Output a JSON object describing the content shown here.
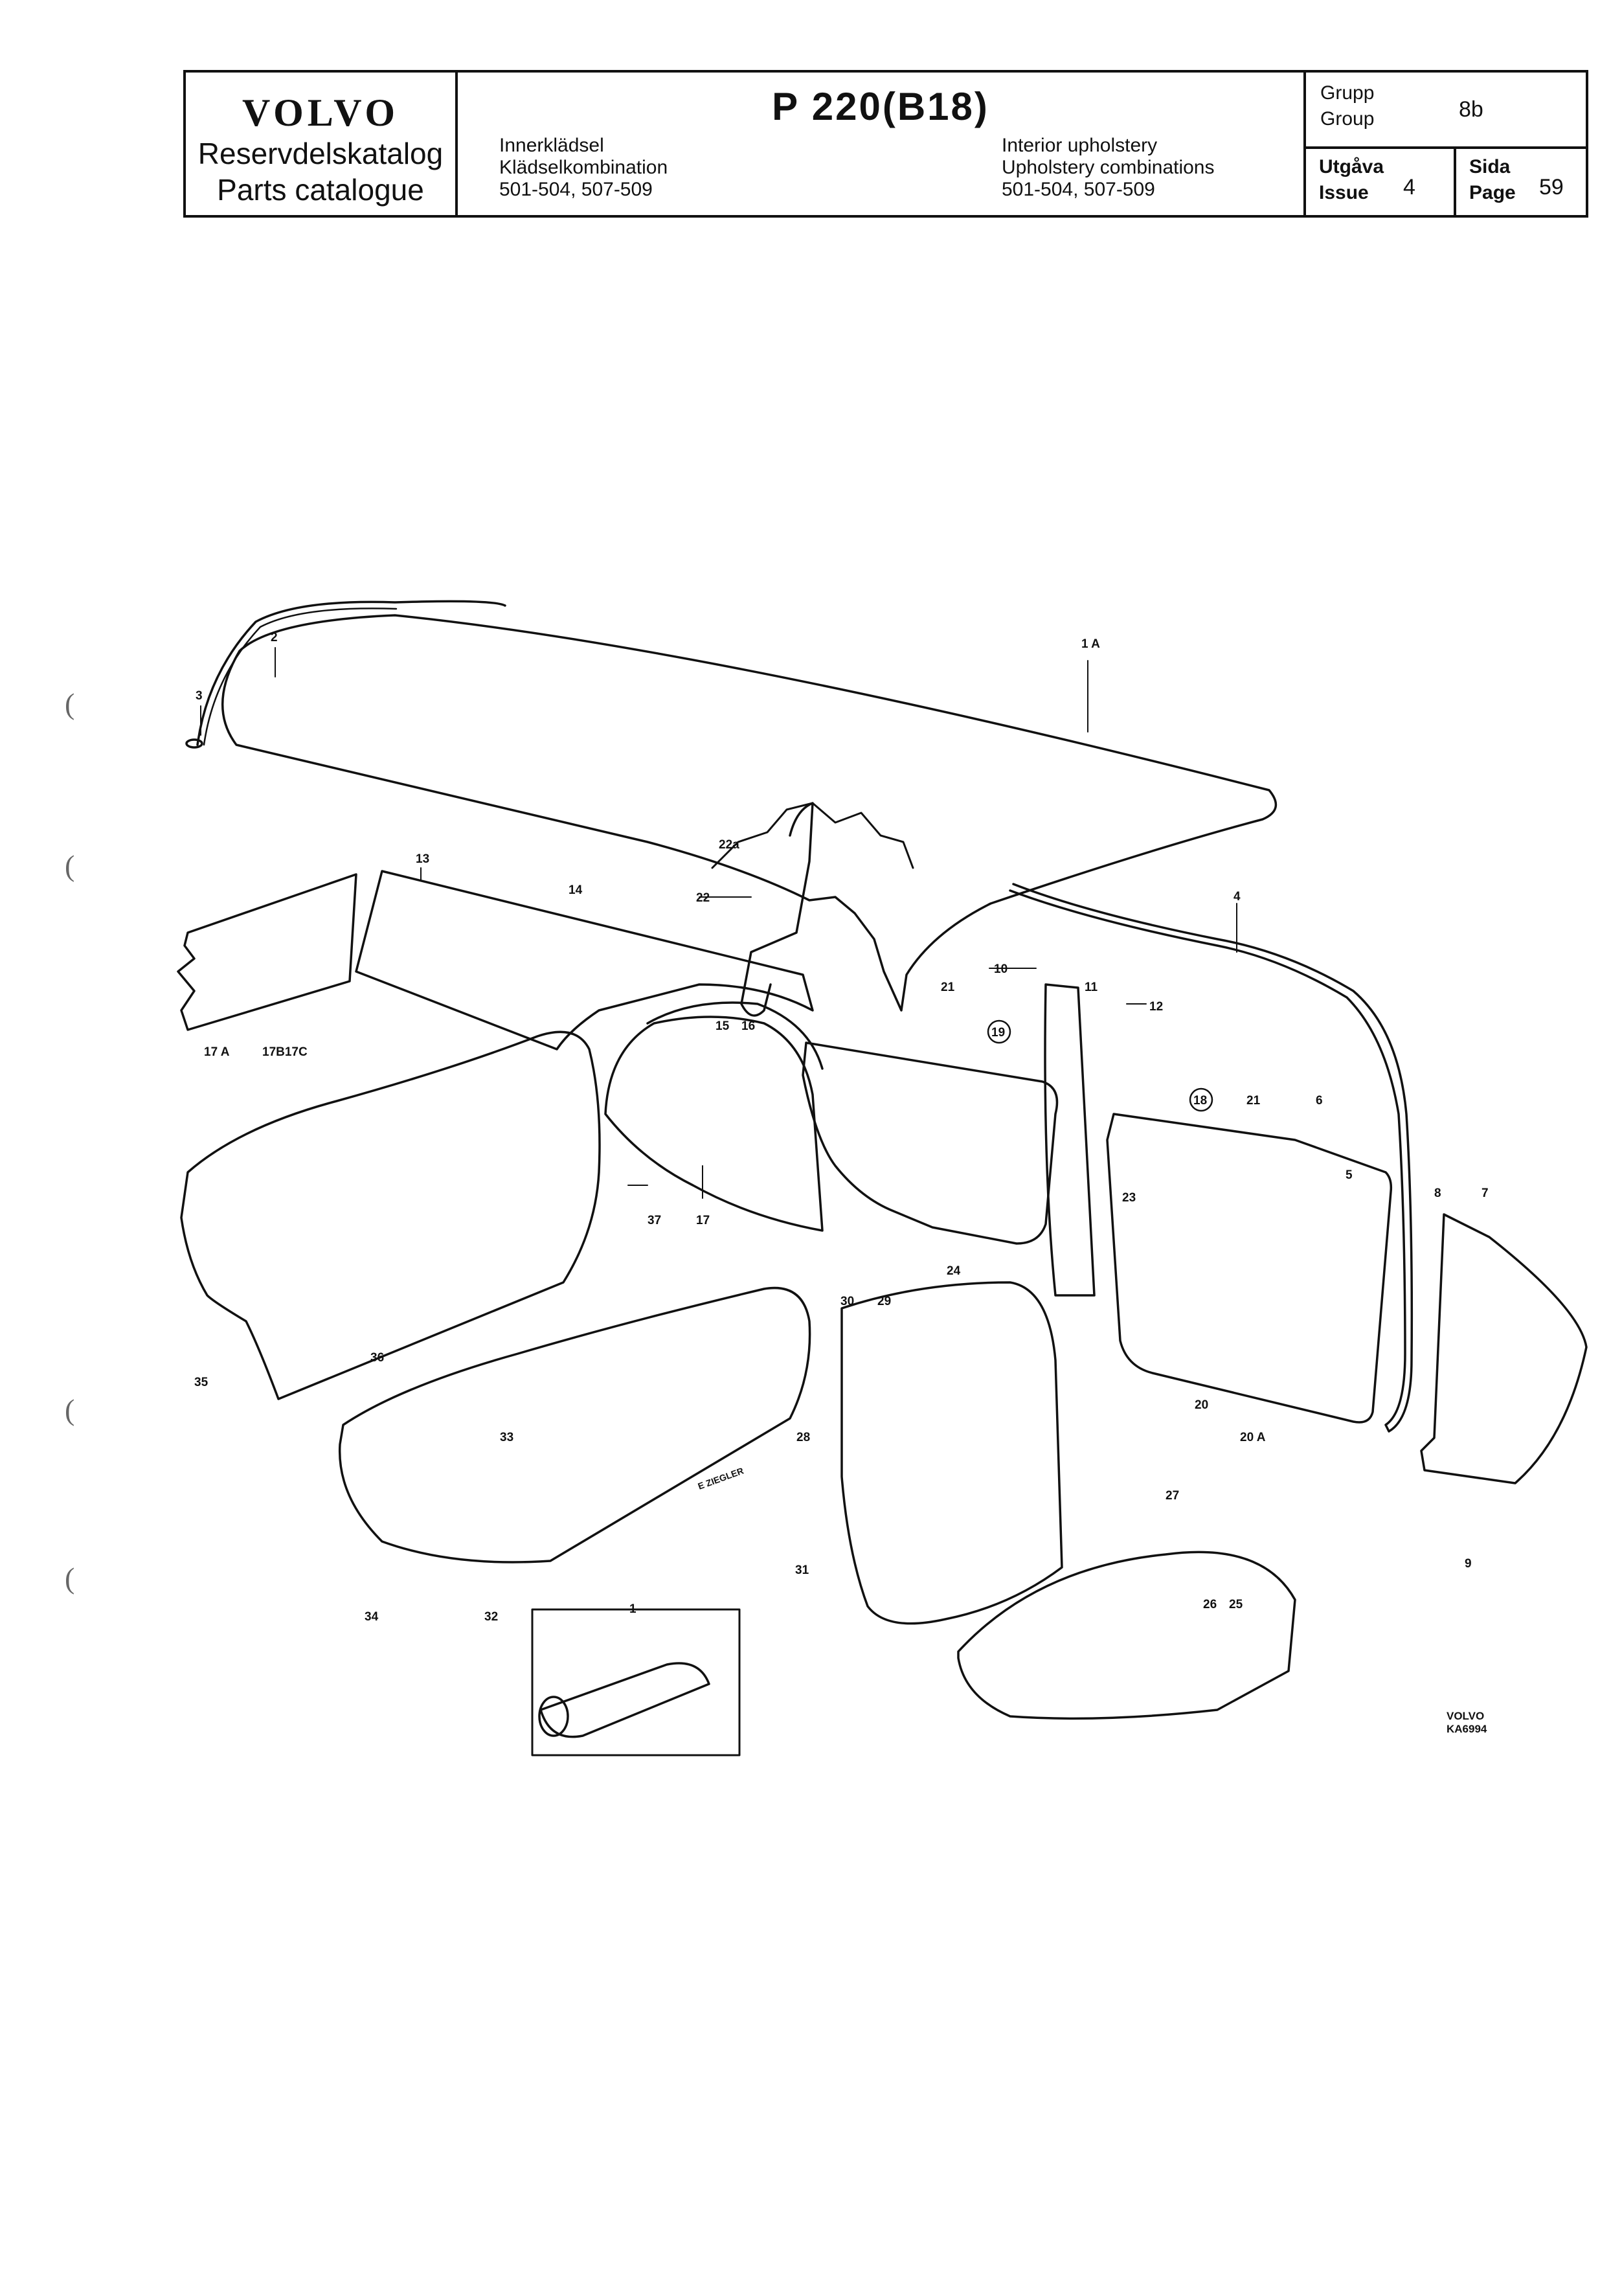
{
  "header": {
    "brand_logo": "VOLVO",
    "brand_line1": "Reservdelskatalog",
    "brand_line2": "Parts catalogue",
    "model": "P 220(B18)",
    "desc_sv_1": "Innerklädsel",
    "desc_sv_2": "Klädselkombination",
    "desc_sv_3": "501-504, 507-509",
    "desc_en_1": "Interior upholstery",
    "desc_en_2": "Upholstery combinations",
    "desc_en_3": "501-504, 507-509",
    "group_label_sv": "Grupp",
    "group_label_en": "Group",
    "group_value": "8b",
    "issue_label_sv": "Utgåva",
    "issue_label_en": "Issue",
    "issue_value": "4",
    "page_label_sv": "Sida",
    "page_label_en": "Page",
    "page_value": "59"
  },
  "callouts": {
    "c1": "1",
    "c1a": "1 A",
    "c2": "2",
    "c3": "3",
    "c4": "4",
    "c5": "5",
    "c6": "6",
    "c7": "7",
    "c8": "8",
    "c9": "9",
    "c10": "10",
    "c11": "11",
    "c12": "12",
    "c13": "13",
    "c14": "14",
    "c15": "15",
    "c16": "16",
    "c17": "17",
    "c17a": "17 A",
    "c17bc": "17B17C",
    "c18": "18",
    "c19": "19",
    "c20": "20",
    "c20a": "20 A",
    "c21a": "21",
    "c21b": "21",
    "c22": "22",
    "c22a": "22a",
    "c23": "23",
    "c24": "24",
    "c25": "25",
    "c26": "26",
    "c27": "27",
    "c28": "28",
    "c29": "29",
    "c30": "30",
    "c31": "31",
    "c32": "32",
    "c33": "33",
    "c34": "34",
    "c35": "35",
    "c36": "36",
    "c37": "37"
  },
  "seat_marking": "E ZIEGLER",
  "footer": {
    "line1": "VOLVO",
    "line2": "KA6994"
  }
}
